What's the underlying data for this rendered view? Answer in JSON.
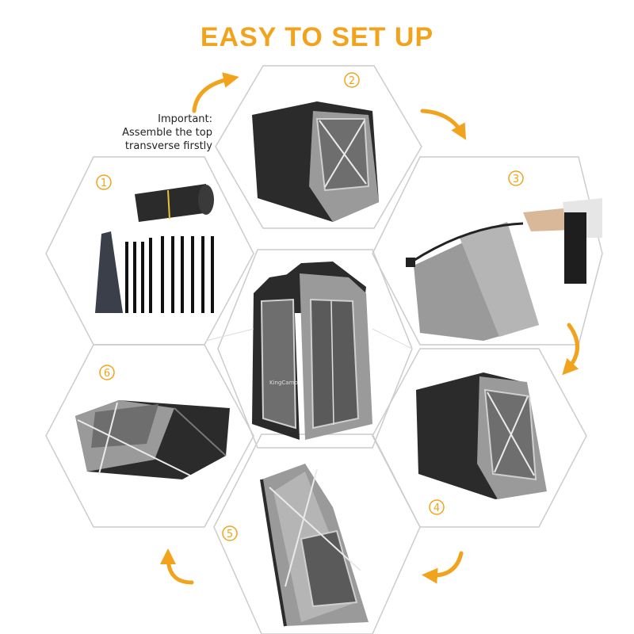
{
  "header": {
    "title": "EASY TO SET UP"
  },
  "note": {
    "text": "Important:\nAssemble the top\ntransverse firstly"
  },
  "steps": [
    {
      "number": "1",
      "content": "packed tent, carry bag and poles"
    },
    {
      "number": "2",
      "content": "tent body with first poles"
    },
    {
      "number": "3",
      "content": "raising the frame"
    },
    {
      "number": "4",
      "content": "tent side view"
    },
    {
      "number": "5",
      "content": "tent top view"
    },
    {
      "number": "6",
      "content": "tent on ground"
    }
  ],
  "center": {
    "brand": "KingCamp"
  },
  "colors": {
    "accent": "#f2a31d",
    "tent_dark": "#2b2b2b",
    "tent_grey": "#9a9a9a",
    "frame": "#cccccc"
  }
}
